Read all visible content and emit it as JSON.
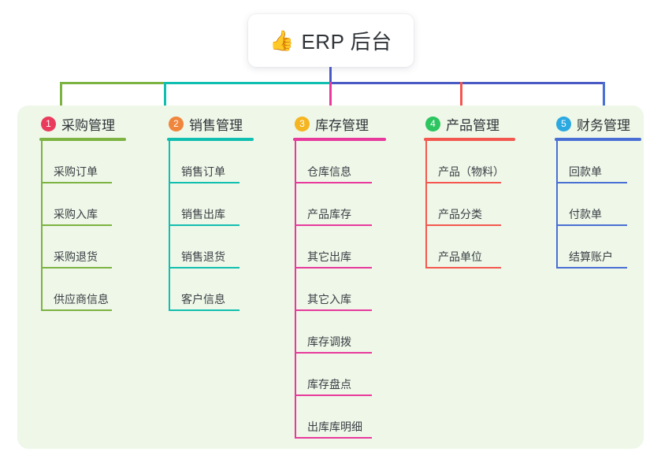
{
  "diagram": {
    "root": {
      "icon": "thumbs-up-icon",
      "emoji": "👍",
      "label": "ERP 后台"
    },
    "panel_background": "#eef7e8",
    "columns": [
      {
        "badge": "1",
        "badge_color": "#ea3b5c",
        "title": "采购管理",
        "color": "#7cb342",
        "items": [
          "采购订单",
          "采购入库",
          "采购退货",
          "供应商信息"
        ]
      },
      {
        "badge": "2",
        "badge_color": "#f0853c",
        "title": "销售管理",
        "color": "#11bfb0",
        "items": [
          "销售订单",
          "销售出库",
          "销售退货",
          "客户信息"
        ]
      },
      {
        "badge": "3",
        "badge_color": "#f5b521",
        "title": "库存管理",
        "color": "#e8399c",
        "items": [
          "仓库信息",
          "产品库存",
          "其它出库",
          "其它入库",
          "库存调拨",
          "库存盘点",
          "出库库明细"
        ]
      },
      {
        "badge": "4",
        "badge_color": "#2cc55f",
        "title": "产品管理",
        "color": "#f4574f",
        "items": [
          "产品（物料）",
          "产品分类",
          "产品单位"
        ]
      },
      {
        "badge": "5",
        "badge_color": "#2aa8e0",
        "title": "财务管理",
        "color": "#4a6fd4",
        "items": [
          "回款单",
          "付款单",
          "结算账户"
        ]
      }
    ],
    "connectors": {
      "trunk_color": "#4a5ac4",
      "bar_left_color": "#7cb342",
      "bar_mid_color": "#11bfb0",
      "bar_right_color": "#4a5ac4"
    }
  }
}
